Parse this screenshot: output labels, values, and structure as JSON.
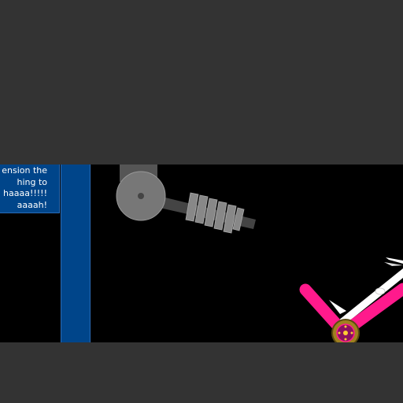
{
  "dialog": {
    "lines": [
      "ension the",
      "hing to",
      "haaaa!!!!!",
      "aaaah!"
    ]
  },
  "colors": {
    "background": "#333333",
    "playfield": "#000000",
    "panel_blue": "#00458a",
    "player_pink": "#ff1a8c",
    "wheel_gold": "#a08020",
    "turret_gray": "#777777"
  },
  "icons": {
    "turret": "cannon-turret-icon",
    "spring": "coil-spring-icon",
    "player": "pink-v-character-icon",
    "wheel": "wheel-icon"
  }
}
